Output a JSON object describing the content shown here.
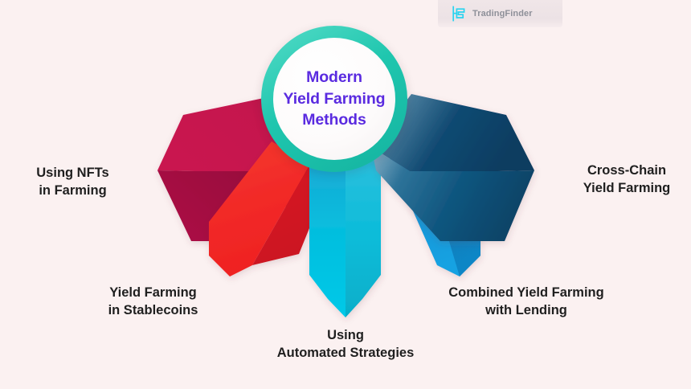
{
  "page": {
    "background_color": "#fbf1f1",
    "title_text_color": "#5a2be0",
    "label_text_color": "#1f1f1f"
  },
  "brand": {
    "name": "TradingFinder",
    "logo_icon": "tradingfinder-logo-icon",
    "logo_color": "#29d3ef"
  },
  "center": {
    "ring_color": "#1fc6ae",
    "line1": "Modern",
    "line2": "Yield Farming",
    "line3": "Methods"
  },
  "arrows": [
    {
      "id": "using-nfts-in-farming",
      "label_line1": "Using NFTs",
      "label_line2": "in Farming",
      "color_light": "#c9144f",
      "color_dark": "#9e0f3f",
      "direction": "left"
    },
    {
      "id": "yield-farming-in-stablecoins",
      "label_line1": "Yield Farming",
      "label_line2": "in Stablecoins",
      "color_light": "#f22b2b",
      "color_dark": "#cf1622",
      "direction": "down-left"
    },
    {
      "id": "using-automated-strategies",
      "label_line1": "Using",
      "label_line2": "Automated Strategies",
      "color_light": "#00c8e6",
      "color_dark": "#06a9c4",
      "direction": "down"
    },
    {
      "id": "combined-yield-farming-with-lending",
      "label_line1": "Combined Yield Farming",
      "label_line2": "with Lending",
      "color_light": "#1a9fe0",
      "color_dark": "#0f6fa8",
      "direction": "down-right"
    },
    {
      "id": "cross-chain-yield-farming",
      "label_line1": "Cross-Chain",
      "label_line2": "Yield Farming",
      "color_light": "#7fa8bf",
      "color_dark": "#0e4b75",
      "direction": "right"
    }
  ]
}
